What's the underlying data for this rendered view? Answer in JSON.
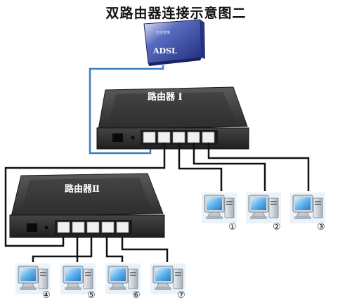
{
  "title": "双路由器连接示意图二",
  "modem": {
    "label": "ADSL",
    "brand_text": "无线宽带"
  },
  "router1": {
    "label": "路由器 I"
  },
  "router2": {
    "label": "路由器Ⅱ"
  },
  "computers": [
    {
      "number": "①"
    },
    {
      "number": "②"
    },
    {
      "number": "③"
    },
    {
      "number": "④"
    },
    {
      "number": "⑤"
    },
    {
      "number": "⑥"
    },
    {
      "number": "⑦"
    }
  ],
  "colors": {
    "wan_cable": "#3a7fc0",
    "lan_cable": "#111111",
    "router_body": "#3b3b3b",
    "modem_body": "#3a4fa8",
    "monitor": "#4aa3e0"
  }
}
